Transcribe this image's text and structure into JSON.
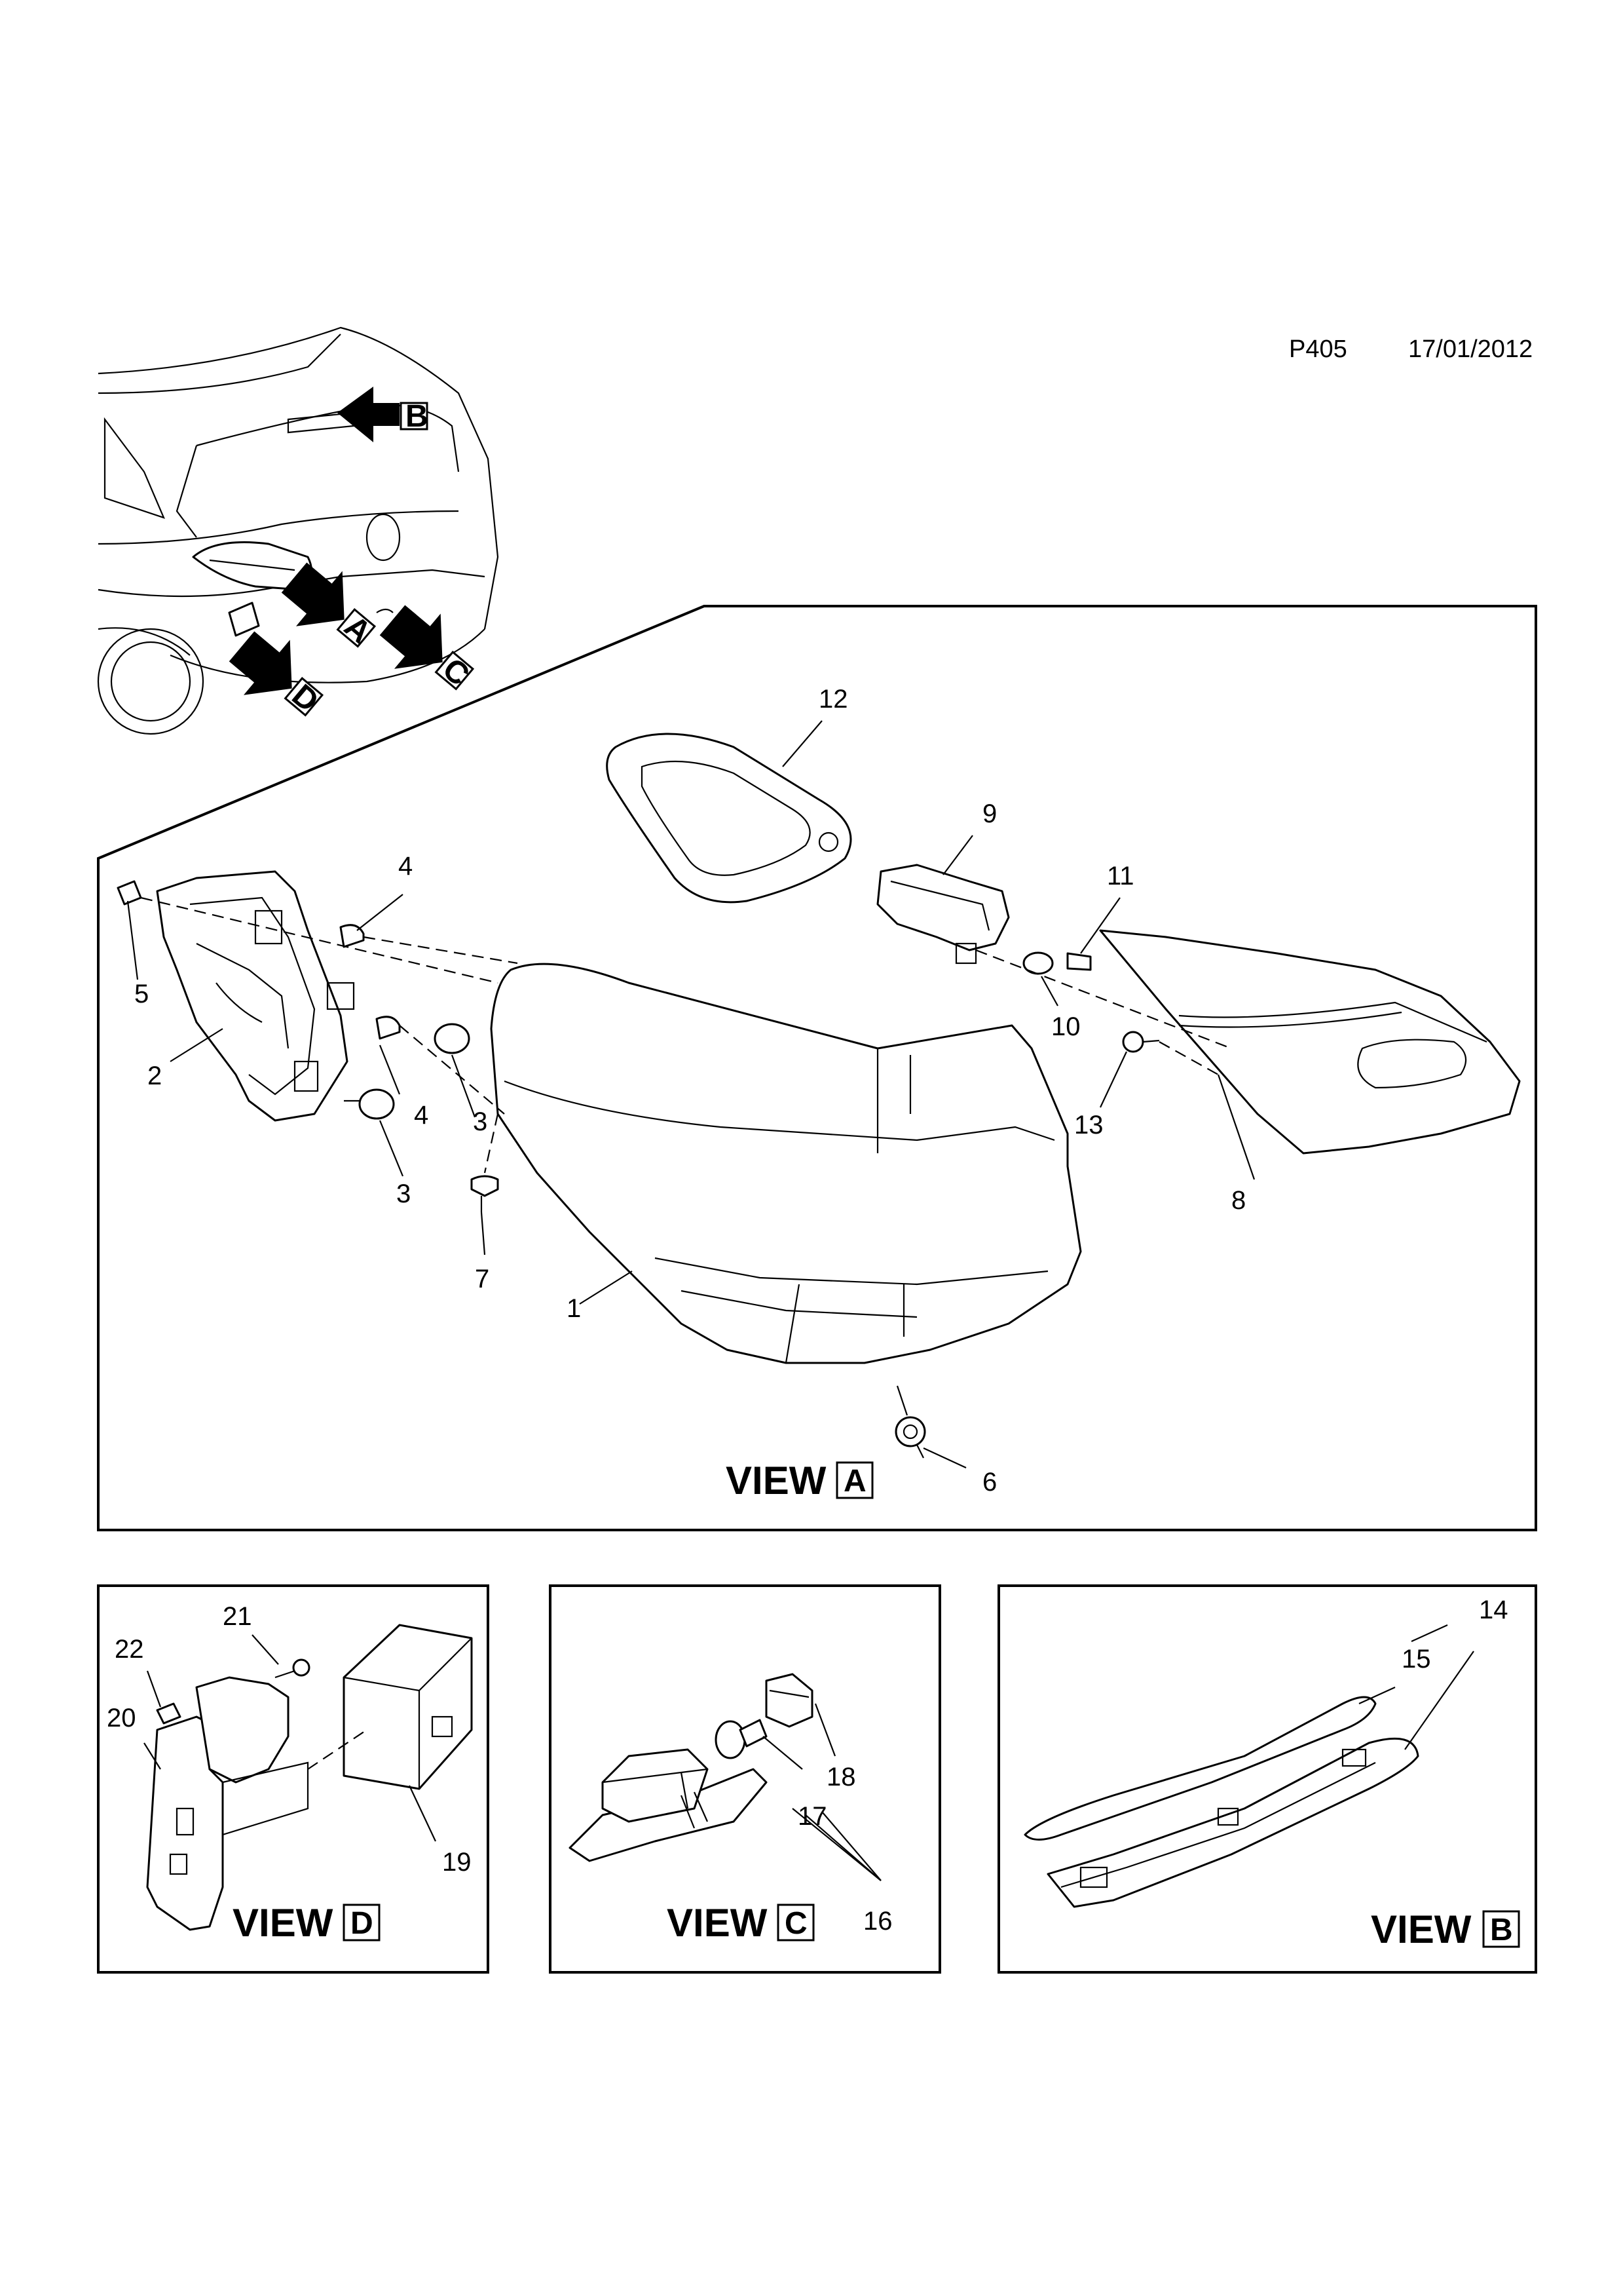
{
  "header": {
    "page_code": "P405",
    "date": "17/01/2012"
  },
  "arrows": {
    "a": "A",
    "b": "B",
    "c": "C",
    "d": "D"
  },
  "views": {
    "a": {
      "word": "VIEW",
      "letter": "A"
    },
    "b": {
      "word": "VIEW",
      "letter": "B"
    },
    "c": {
      "word": "VIEW",
      "letter": "C"
    },
    "d": {
      "word": "VIEW",
      "letter": "D"
    }
  },
  "callouts": {
    "c1": "1",
    "c2": "2",
    "c3a": "3",
    "c3b": "3",
    "c4a": "4",
    "c4b": "4",
    "c5": "5",
    "c6": "6",
    "c7": "7",
    "c8": "8",
    "c9": "9",
    "c10": "10",
    "c11": "11",
    "c12": "12",
    "c13": "13",
    "c14": "14",
    "c15": "15",
    "c16": "16",
    "c17": "17",
    "c18": "18",
    "c19": "19",
    "c20": "20",
    "c21": "21",
    "c22": "22"
  }
}
